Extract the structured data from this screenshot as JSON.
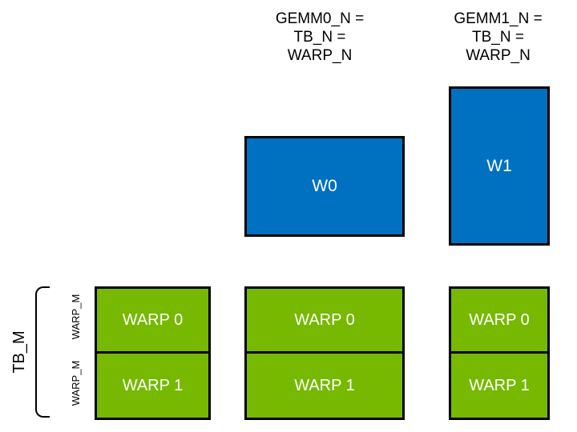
{
  "headers": {
    "gemm0": [
      "GEMM0_N =",
      "TB_N =",
      "WARP_N"
    ],
    "gemm1": [
      "GEMM1_N =",
      "TB_N =",
      "WARP_N"
    ]
  },
  "blue_boxes": {
    "w0": "W0",
    "w1": "W1"
  },
  "green_stacks": {
    "left": [
      "WARP 0",
      "WARP 1"
    ],
    "middle": [
      "WARP 0",
      "WARP 1"
    ],
    "right": [
      "WARP 0",
      "WARP 1"
    ]
  },
  "left_annotations": {
    "tb_label": "TB_M",
    "warp_label_top": "WARP_M",
    "warp_label_bottom": "WARP_M"
  },
  "colors": {
    "blue": "#0070C0",
    "green": "#76B900",
    "outline": "#000000",
    "label_text": "#FFFFFF",
    "diagram_text": "#000000"
  }
}
